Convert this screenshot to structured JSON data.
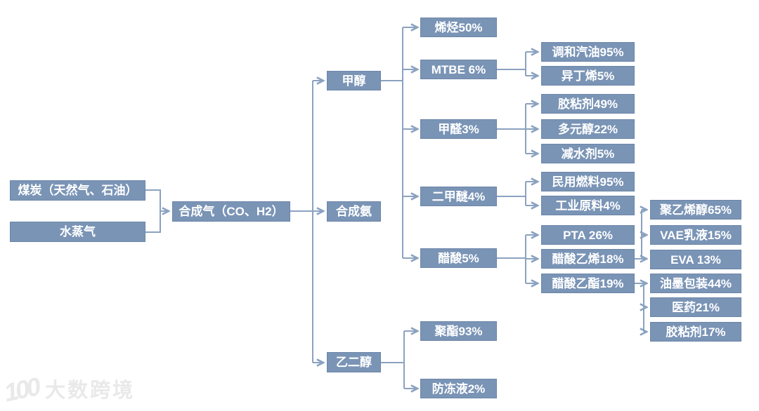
{
  "diagram": {
    "colors": {
      "box": "#7A94B6",
      "line": "#8BA2C0",
      "text": "#FFFFFF",
      "watermark": "#E9E9E9",
      "background": "#FFFFFF"
    },
    "nodes": {
      "coal": "煤炭（天然气、石油）",
      "steam": "水蒸气",
      "syngas": "合成气（CO、H2）",
      "methanol": "甲醇",
      "ammonia": "合成氨",
      "glycol": "乙二醇",
      "olefins": "烯烃50%",
      "mtbe": "MTBE 6%",
      "formaldehyde": "甲醛3%",
      "dme": "二甲醚4%",
      "acetic_acid": "醋酸5%",
      "polyester": "聚酯93%",
      "antifreeze": "防冻液2%",
      "blended_gasoline": "调和汽油95%",
      "isobutylene": "异丁烯5%",
      "adhesive_49": "胶粘剂49%",
      "polyol": "多元醇22%",
      "water_reducer": "减水剂5%",
      "civil_fuel": "民用燃料95%",
      "industrial_raw": "工业原料4%",
      "pta": "PTA 26%",
      "vinyl_acetate": "醋酸乙烯18%",
      "ethyl_acetate": "醋酸乙酯19%",
      "pva": "聚乙烯醇65%",
      "vae_emulsion": "VAE乳液15%",
      "eva": "EVA 13%",
      "ink_packaging": "油墨包装44%",
      "pharma": "医药21%",
      "adhesive_17": "胶粘剂17%"
    },
    "edges": [
      {
        "from": "coal",
        "to": "syngas"
      },
      {
        "from": "steam",
        "to": "syngas"
      },
      {
        "from": "syngas",
        "to": "methanol"
      },
      {
        "from": "syngas",
        "to": "ammonia"
      },
      {
        "from": "syngas",
        "to": "glycol"
      },
      {
        "from": "methanol",
        "to": "olefins"
      },
      {
        "from": "methanol",
        "to": "mtbe"
      },
      {
        "from": "methanol",
        "to": "formaldehyde"
      },
      {
        "from": "methanol",
        "to": "dme"
      },
      {
        "from": "methanol",
        "to": "acetic_acid"
      },
      {
        "from": "mtbe",
        "to": "blended_gasoline"
      },
      {
        "from": "mtbe",
        "to": "isobutylene"
      },
      {
        "from": "formaldehyde",
        "to": "adhesive_49"
      },
      {
        "from": "formaldehyde",
        "to": "polyol"
      },
      {
        "from": "formaldehyde",
        "to": "water_reducer"
      },
      {
        "from": "dme",
        "to": "civil_fuel"
      },
      {
        "from": "dme",
        "to": "industrial_raw"
      },
      {
        "from": "acetic_acid",
        "to": "pta"
      },
      {
        "from": "acetic_acid",
        "to": "vinyl_acetate"
      },
      {
        "from": "acetic_acid",
        "to": "ethyl_acetate"
      },
      {
        "from": "vinyl_acetate",
        "to": "pva"
      },
      {
        "from": "vinyl_acetate",
        "to": "vae_emulsion"
      },
      {
        "from": "vinyl_acetate",
        "to": "eva"
      },
      {
        "from": "ethyl_acetate",
        "to": "ink_packaging"
      },
      {
        "from": "ethyl_acetate",
        "to": "pharma"
      },
      {
        "from": "ethyl_acetate",
        "to": "adhesive_17"
      },
      {
        "from": "glycol",
        "to": "polyester"
      },
      {
        "from": "glycol",
        "to": "antifreeze"
      }
    ],
    "watermark": {
      "icon": "100",
      "text": "大数跨境"
    }
  }
}
